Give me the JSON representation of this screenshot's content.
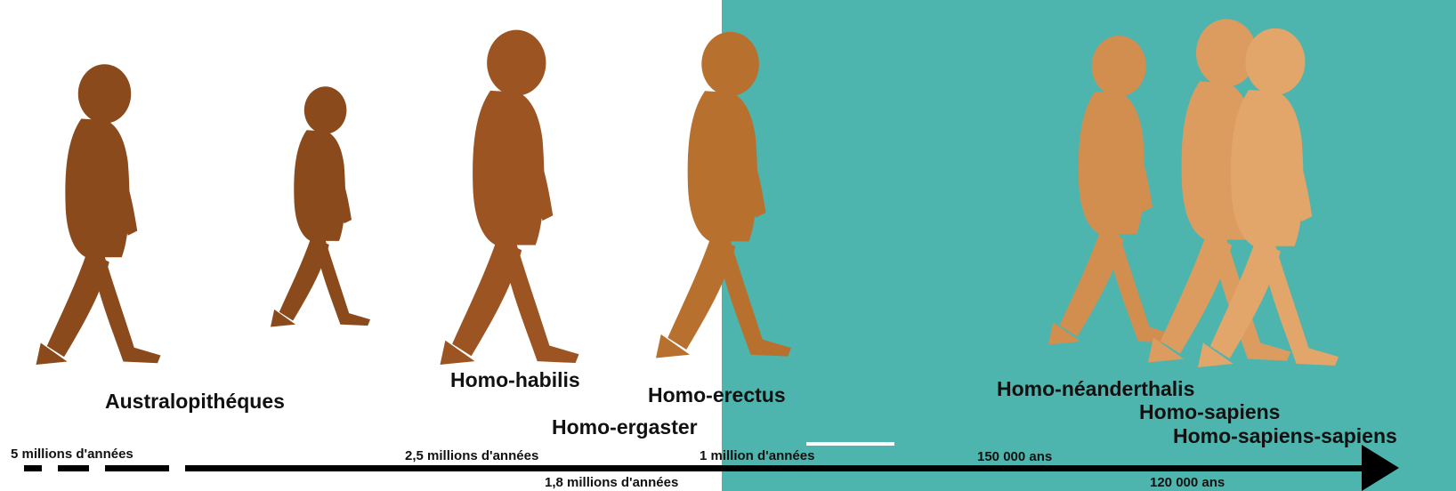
{
  "species": [
    "Australopithéques",
    "Homo-habilis",
    "Homo-erectus",
    "Homo-ergaster",
    "Homo-néanderthalis",
    "Homo-sapiens",
    "Homo-sapiens-sapiens"
  ],
  "timeline": [
    "5 millions d'années",
    "2,5 millions d'années",
    "1 million d'années",
    "150 000 ans",
    "1,8 millions d'années",
    "120 000 ans"
  ],
  "colors": {
    "panel": "#4db5ad",
    "skin_dark": "#8a4a1c",
    "skin_mid": "#b8702f",
    "skin_light": "#e2a56a",
    "hair": "#5a3210"
  }
}
